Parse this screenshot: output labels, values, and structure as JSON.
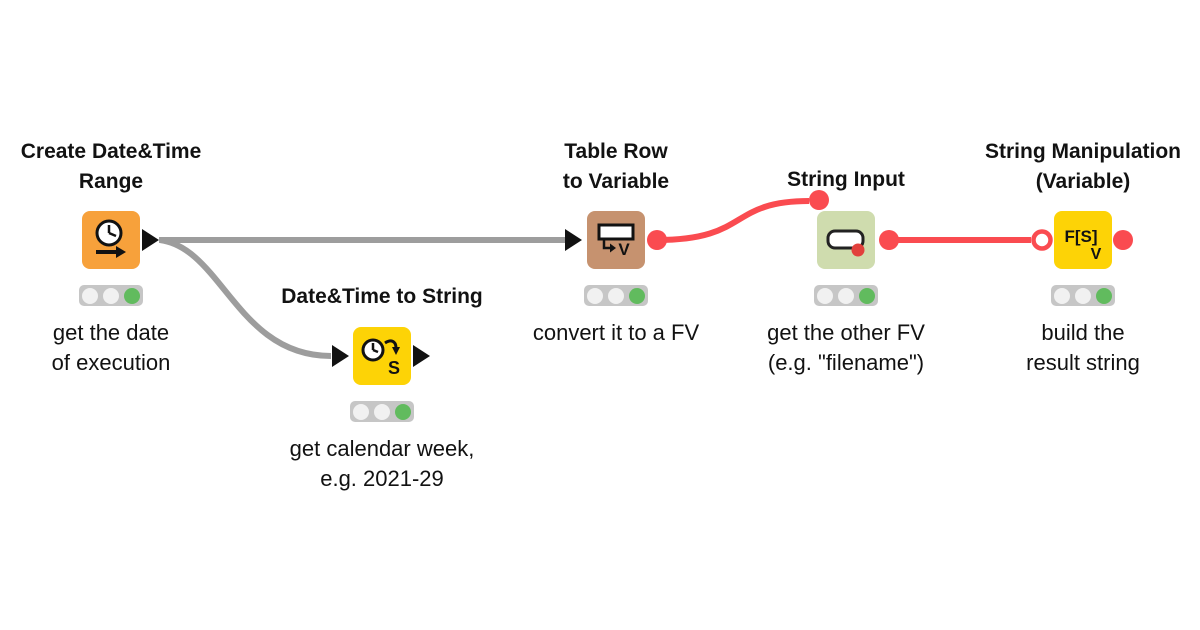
{
  "workflow": {
    "background": "#ffffff",
    "kind": "knime-workflow-diagram"
  },
  "colors": {
    "edge_data": "#9D9D9D",
    "edge_flow_variable": "#FA4B50",
    "port_data": "#121212",
    "port_flow_variable": "#FA4B50",
    "status_bar": "#C6C6C6",
    "status_light_off": "#F1F1F1",
    "status_light_executed": "#61BB5E",
    "node_orange": "#F7A13B",
    "node_yellow": "#FDD306",
    "node_tan": "#C6926F",
    "node_sage": "#CFDCAE",
    "text": "#121212"
  },
  "nodes": [
    {
      "id": "create-date-time-range",
      "title": "Create Date&Time\nRange",
      "caption": "get the date\nof execution",
      "color": "#F7A13B",
      "icon": "clock-arrow-icon",
      "status": "executed",
      "status_lights": [
        "off",
        "off",
        "green"
      ],
      "ports": {
        "out": "data"
      }
    },
    {
      "id": "date-time-to-string",
      "title": "Date&Time to String",
      "caption": "get calendar week,\ne.g. 2021-29",
      "color": "#FDD306",
      "icon": "clock-to-string-icon",
      "icon_letter": "S",
      "status": "executed",
      "status_lights": [
        "off",
        "off",
        "green"
      ],
      "ports": {
        "in": "data",
        "out": "data"
      }
    },
    {
      "id": "table-row-to-variable",
      "title": "Table Row\nto Variable",
      "caption": "convert it to a FV",
      "color": "#C6926F",
      "icon": "table-row-to-variable-icon",
      "icon_letter": "V",
      "status": "executed",
      "status_lights": [
        "off",
        "off",
        "green"
      ],
      "ports": {
        "in": "data",
        "out": "flow-variable"
      }
    },
    {
      "id": "string-input",
      "title": "String Input",
      "caption": "get the other FV\n(e.g. \"filename\")",
      "color": "#CFDCAE",
      "icon": "string-input-icon",
      "status": "executed",
      "status_lights": [
        "off",
        "off",
        "green"
      ],
      "ports": {
        "top_in": "flow-variable",
        "out": "flow-variable"
      }
    },
    {
      "id": "string-manipulation-variable",
      "title": "String Manipulation\n(Variable)",
      "caption": "build the\nresult string",
      "color": "#FDD306",
      "icon": "string-manipulation-variable-icon",
      "icon_text": "F[S]",
      "icon_letter": "V",
      "status": "executed",
      "status_lights": [
        "off",
        "off",
        "green"
      ],
      "ports": {
        "in": "flow-variable-hollow",
        "out": "flow-variable"
      }
    }
  ],
  "edges": [
    {
      "from": "create-date-time-range",
      "to": "table-row-to-variable",
      "type": "data"
    },
    {
      "from": "create-date-time-range",
      "to": "date-time-to-string",
      "type": "data"
    },
    {
      "from": "table-row-to-variable",
      "to": "string-input",
      "type": "flow-variable"
    },
    {
      "from": "string-input",
      "to": "string-manipulation-variable",
      "type": "flow-variable"
    }
  ]
}
